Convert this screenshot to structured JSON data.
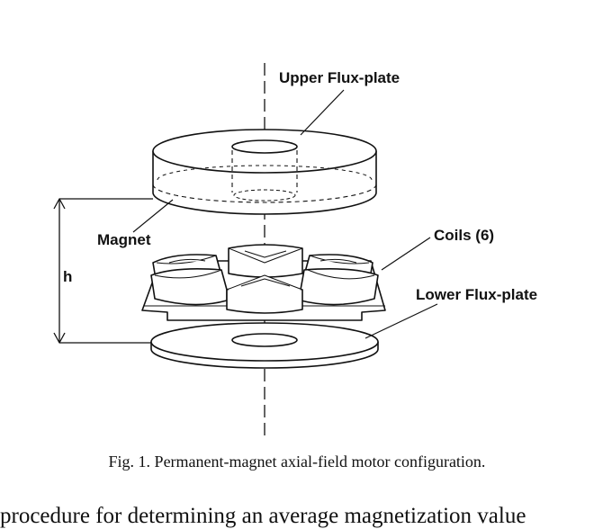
{
  "figure": {
    "labels": {
      "upper_flux_plate": "Upper Flux-plate",
      "magnet": "Magnet",
      "coils": "Coils (6)",
      "lower_flux_plate": "Lower Flux-plate",
      "height": "h"
    },
    "caption": "Fig. 1.  Permanent-magnet axial-field motor configuration."
  },
  "body_text": "procedure for determining an average magnetization value"
}
